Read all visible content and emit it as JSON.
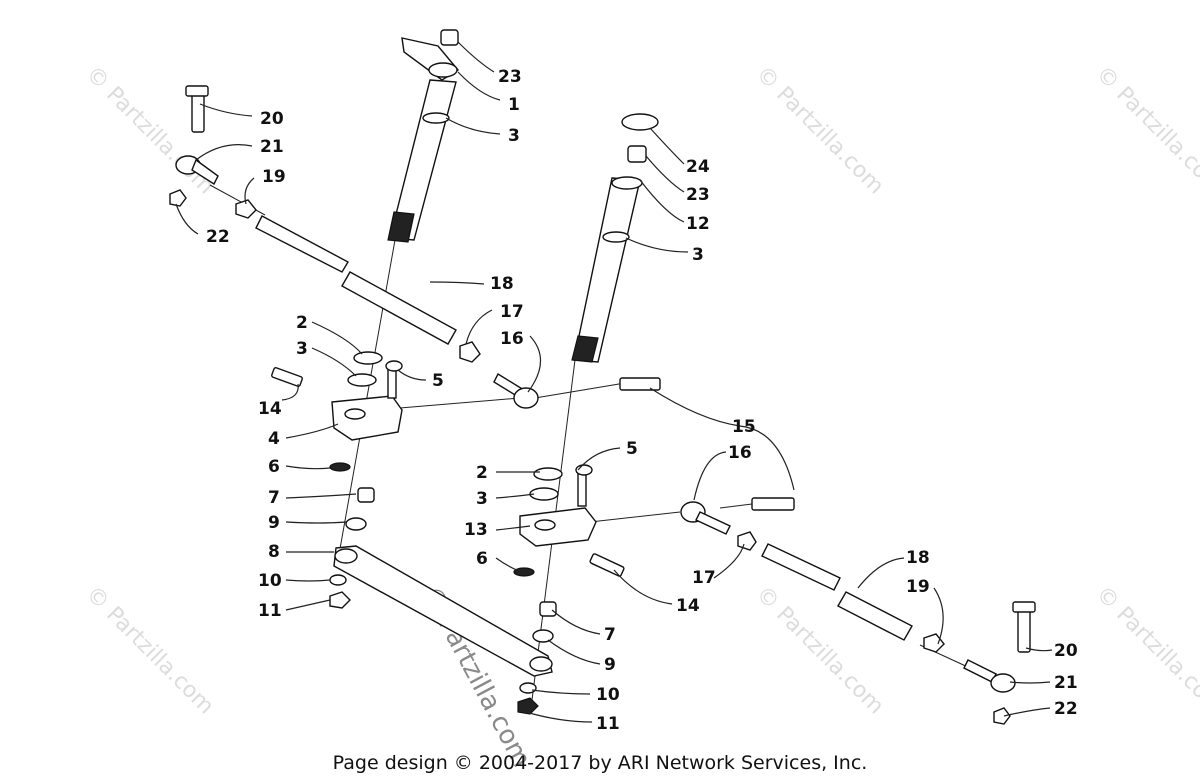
{
  "labels": {
    "n1": "1",
    "n2a": "2",
    "n2b": "2",
    "n3a": "3",
    "n3b": "3",
    "n3c": "3",
    "n3d": "3",
    "n4": "4",
    "n5a": "5",
    "n5b": "5",
    "n6a": "6",
    "n6b": "6",
    "n7a": "7",
    "n7b": "7",
    "n8": "8",
    "n9a": "9",
    "n9b": "9",
    "n10a": "10",
    "n10b": "10",
    "n11a": "11",
    "n11b": "11",
    "n12": "12",
    "n13": "13",
    "n14a": "14",
    "n14b": "14",
    "n15": "15",
    "n16a": "16",
    "n16b": "16",
    "n17a": "17",
    "n17b": "17",
    "n18a": "18",
    "n18b": "18",
    "n19a": "19",
    "n19b": "19",
    "n20a": "20",
    "n20b": "20",
    "n21a": "21",
    "n21b": "21",
    "n22a": "22",
    "n22b": "22",
    "n23a": "23",
    "n23b": "23",
    "n24": "24"
  },
  "watermark": "© Partzilla.com",
  "center_watermark": "© Partzilla.com",
  "footer": "Page design © 2004-2017 by ARI Network Services, Inc."
}
